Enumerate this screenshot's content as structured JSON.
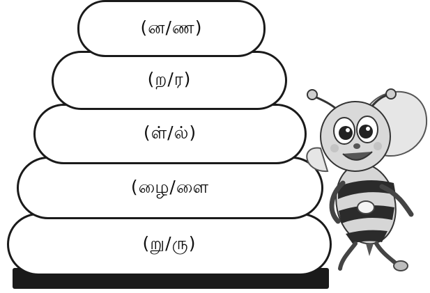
{
  "hive_tiers": [
    {
      "text": "(ன/ண)"
    },
    {
      "text": "(ற/ர)"
    },
    {
      "text": "(ள்/ல்)"
    },
    {
      "text": "(ழை/ளை"
    },
    {
      "text": "(று/ரு)"
    }
  ],
  "colors": {
    "outline": "#1a1a1a",
    "fill": "#ffffff",
    "bee_stripe": "#2b2b2b",
    "bee_body": "#cfcfcf"
  },
  "illustration": {
    "character": "cartoon-bee-icon"
  }
}
